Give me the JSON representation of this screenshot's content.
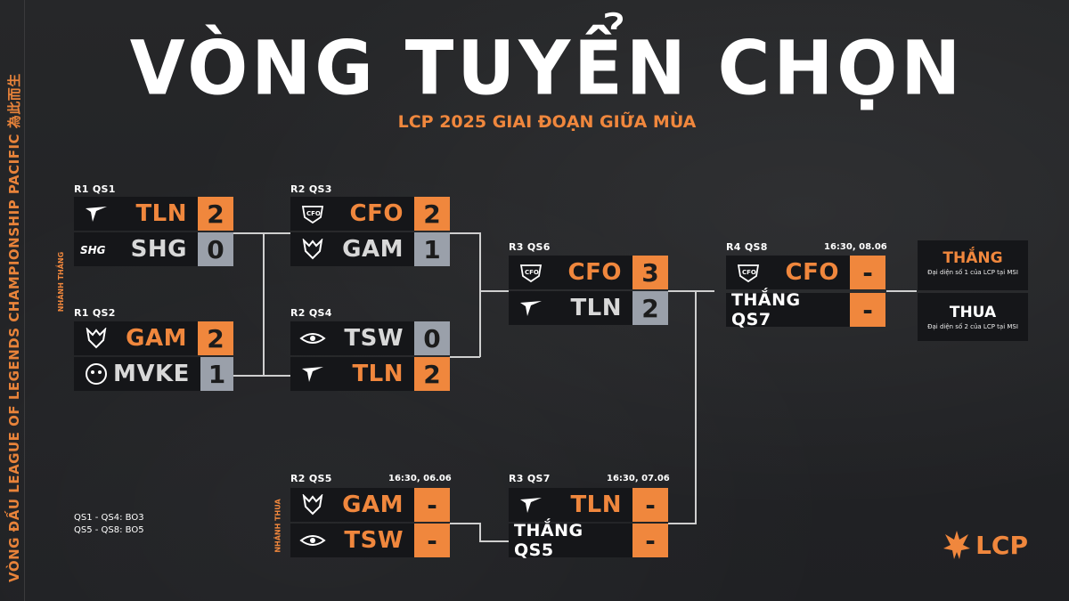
{
  "side_banner": "VÒNG ĐẤU  LEAGUE OF LEGENDS CHAMPIONSHIP PACIFIC  為此而生",
  "title": "VÒNG TUYỂN CHỌN",
  "subtitle": "LCP 2025 GIAI ĐOẠN GIỮA MÙA",
  "branches": {
    "upper": "NHÁNH THẮNG",
    "lower": "NHÁNH THUA"
  },
  "legend": {
    "line1": "QS1 - QS4: BO3",
    "line2": "QS5 - QS8: BO5"
  },
  "brand": "LCP",
  "colors": {
    "accent": "#f0873d",
    "loser_score": "#9aa0aa",
    "row_bg": "#151619",
    "bg": "#232427"
  },
  "matches": {
    "r1qs1": {
      "label": "R1 QS1",
      "teams": [
        {
          "name": "TLN",
          "score": "2",
          "logo": "talon-logo"
        },
        {
          "name": "SHG",
          "score": "0",
          "logo": "shg-logo"
        }
      ]
    },
    "r1qs2": {
      "label": "R1 QS2",
      "teams": [
        {
          "name": "GAM",
          "score": "2",
          "logo": "gam-logo"
        },
        {
          "name": "MVKE",
          "score": "1",
          "logo": "mvke-logo"
        }
      ]
    },
    "r2qs3": {
      "label": "R2 QS3",
      "teams": [
        {
          "name": "CFO",
          "score": "2",
          "logo": "cfo-logo"
        },
        {
          "name": "GAM",
          "score": "1",
          "logo": "gam-logo"
        }
      ]
    },
    "r2qs4": {
      "label": "R2 QS4",
      "teams": [
        {
          "name": "TSW",
          "score": "0",
          "logo": "tsw-logo"
        },
        {
          "name": "TLN",
          "score": "2",
          "logo": "talon-logo"
        }
      ]
    },
    "r3qs6": {
      "label": "R3 QS6",
      "teams": [
        {
          "name": "CFO",
          "score": "3",
          "logo": "cfo-logo"
        },
        {
          "name": "TLN",
          "score": "2",
          "logo": "talon-logo"
        }
      ]
    },
    "r4qs8": {
      "label": "R4 QS8",
      "time": "16:30, 08.06",
      "teams": [
        {
          "name": "CFO",
          "score": "-",
          "logo": "cfo-logo"
        },
        {
          "name": "THẮNG QS7",
          "score": "-"
        }
      ]
    },
    "r2qs5": {
      "label": "R2 QS5",
      "time": "16:30, 06.06",
      "teams": [
        {
          "name": "GAM",
          "score": "-",
          "logo": "gam-logo"
        },
        {
          "name": "TSW",
          "score": "-",
          "logo": "tsw-logo"
        }
      ]
    },
    "r3qs7": {
      "label": "R3 QS7",
      "time": "16:30, 07.06",
      "teams": [
        {
          "name": "TLN",
          "score": "-",
          "logo": "talon-logo"
        },
        {
          "name": "THẮNG QS5",
          "score": "-"
        }
      ]
    }
  },
  "results": {
    "winner": {
      "title": "THẮNG",
      "desc": "Đại diện số 1 của LCP tại MSI"
    },
    "loser": {
      "title": "THUA",
      "desc": "Đại diện số 2 của LCP tại MSI"
    }
  }
}
